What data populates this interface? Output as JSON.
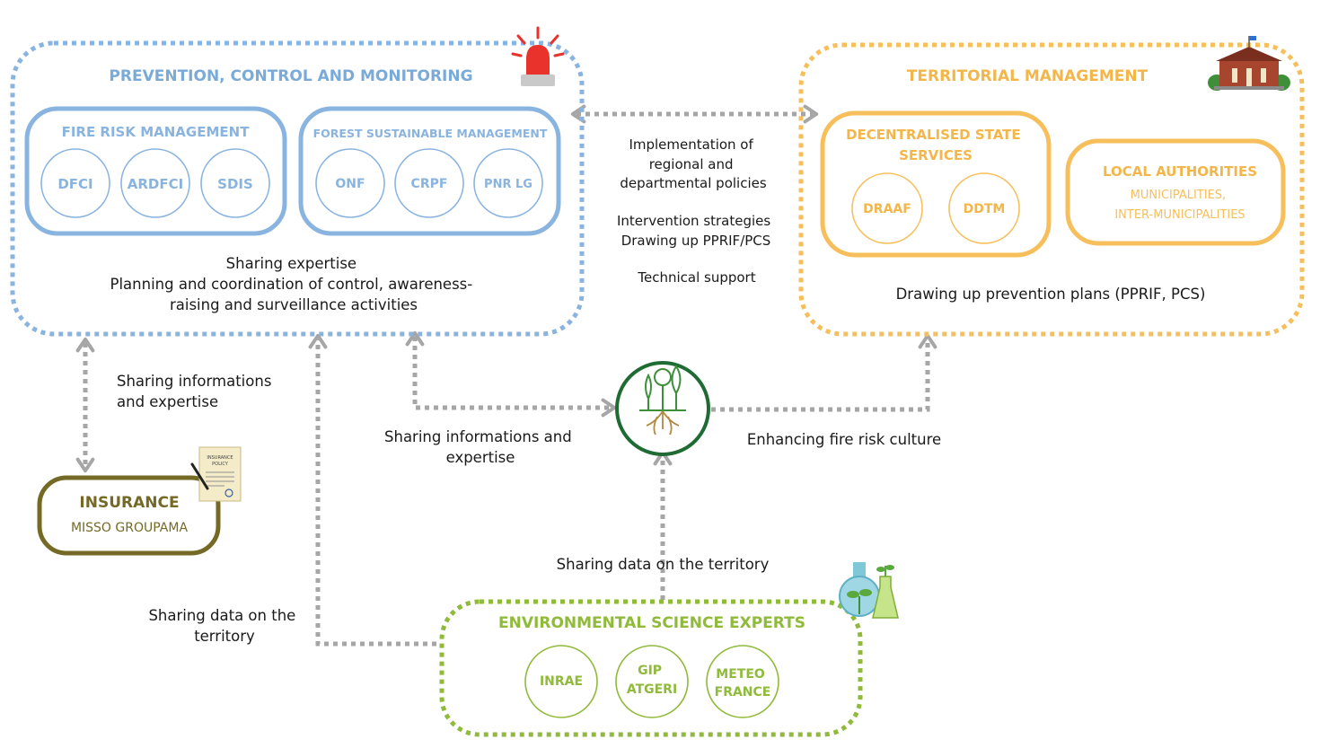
{
  "colors": {
    "blue": "#8ab4e0",
    "blue_text": "#7aaad8",
    "orange": "#f6bf5c",
    "orange_text": "#f3b64b",
    "olive": "#746a25",
    "green": "#8fba3a",
    "dark_green": "#1f6b34",
    "arrow_gray": "#a6a6a6",
    "text": "#1a1a1a"
  },
  "prevention": {
    "title": "PREVENTION, CONTROL AND MONITORING",
    "icon": "siren-icon",
    "fire_risk": {
      "title": "FIRE RISK MANAGEMENT",
      "members": [
        "DFCI",
        "ARDFCI",
        "SDIS"
      ]
    },
    "forest": {
      "title": "FOREST SUSTAINABLE MANAGEMENT",
      "members": [
        "ONF",
        "CRPF",
        "PNR LG"
      ]
    },
    "caption": [
      "Sharing expertise",
      "Planning and coordination of control, awareness-",
      "raising and surveillance activities"
    ]
  },
  "territorial": {
    "title": "TERRITORIAL MANAGEMENT",
    "icon": "town-hall-icon",
    "state_services": {
      "title": [
        "DECENTRALISED STATE",
        "SERVICES"
      ],
      "members": [
        "DRAAF",
        "DDTM"
      ]
    },
    "local": {
      "title": "LOCAL AUTHORITIES",
      "sub": [
        "MUNICIPALITIES,",
        "INTER-MUNICIPALITIES"
      ]
    },
    "caption": "Drawing up prevention plans (PPRIF, PCS)"
  },
  "middle_labels": {
    "policies": [
      "Implementation of",
      "regional and",
      "departmental policies"
    ],
    "strategies": [
      "Intervention strategies",
      "Drawing up PPRIF/PCS"
    ],
    "support": "Technical support"
  },
  "insurance": {
    "title": "INSURANCE",
    "sub": "MISSO GROUPAMA",
    "icon": "insurance-policy-icon",
    "doc_text": [
      "INSURANCE",
      "POLICY"
    ]
  },
  "center": {
    "icon": "forest-roots-logo-icon"
  },
  "science": {
    "title": "ENVIRONMENTAL SCIENCE EXPERTS",
    "icon": "lab-flasks-icon",
    "members": [
      [
        "INRAE"
      ],
      [
        "GIP",
        "ATGERI"
      ],
      [
        "METEO",
        "FRANCE"
      ]
    ]
  },
  "flows": {
    "insurance_link": [
      "Sharing informations",
      "and expertise"
    ],
    "center_link": [
      "Sharing informations and",
      "expertise"
    ],
    "risk_culture": "Enhancing fire risk culture",
    "data_center": "Sharing data on the territory",
    "data_left": [
      "Sharing data on the",
      "territory"
    ]
  }
}
